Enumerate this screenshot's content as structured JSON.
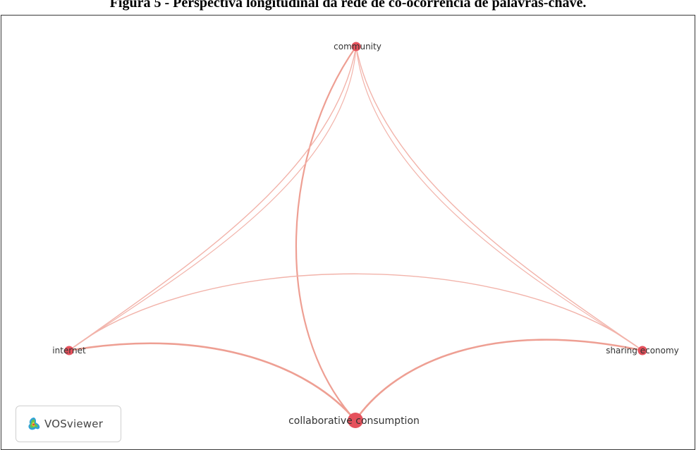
{
  "figure": {
    "caption": "Figura 5 - Perspectiva longitudinal da rede de co-ocorrência de palavras-chave."
  },
  "network": {
    "nodes": [
      {
        "id": "community",
        "label": "community",
        "weight": 2
      },
      {
        "id": "internet",
        "label": "internet",
        "weight": 2
      },
      {
        "id": "sharing_economy",
        "label": "sharing economy",
        "weight": 2
      },
      {
        "id": "collaborative_consumption",
        "label": "collaborative consumption",
        "weight": 4
      }
    ],
    "links": [
      {
        "source": "community",
        "target": "collaborative_consumption"
      },
      {
        "source": "community",
        "target": "internet"
      },
      {
        "source": "community",
        "target": "sharing_economy"
      },
      {
        "source": "internet",
        "target": "collaborative_consumption"
      },
      {
        "source": "sharing_economy",
        "target": "collaborative_consumption"
      },
      {
        "source": "internet",
        "target": "sharing_economy"
      }
    ],
    "colors": {
      "node": "#e5515c",
      "edge": "#f2b3aa"
    }
  },
  "branding": {
    "logo_text": "VOSviewer",
    "logo_icon": "vosviewer-logo-icon"
  }
}
